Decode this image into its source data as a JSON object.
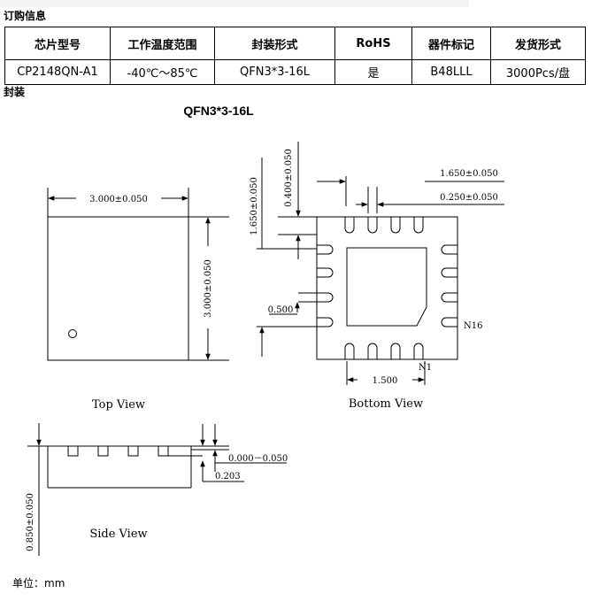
{
  "order_info": {
    "title": "订购信息",
    "headers": [
      "芯片型号",
      "工作温度范围",
      "封装形式",
      "RoHS",
      "器件标记",
      "发货形式"
    ],
    "row": [
      "CP2148QN-A1",
      "-40℃～85℃",
      "QFN3*3-16L",
      "是",
      "B48LLL",
      "3000Pcs/盘"
    ]
  },
  "package": {
    "title": "封装",
    "name": "QFN3*3-16L",
    "top_view": {
      "label": "Top View",
      "width_dim": "3.000±0.050",
      "height_dim": "3.000±0.050"
    },
    "bottom_view": {
      "label": "Bottom View",
      "dim_pad_pitch_top": "1.650±0.050",
      "dim_pad_length": "0.400±0.050",
      "dim_lead_width": "0.250±0.050",
      "dim_pad_pitch_left": "1.650±0.050",
      "dim_pitch": "0.500",
      "dim_span": "1.500",
      "pin_first": "N1",
      "pin_last": "N16"
    },
    "side_view": {
      "label": "Side View",
      "dim_height": "0.850±0.050",
      "dim_standoff": "0.000－0.050",
      "dim_lead_thickness": "0.203"
    },
    "unit": "单位：mm"
  }
}
